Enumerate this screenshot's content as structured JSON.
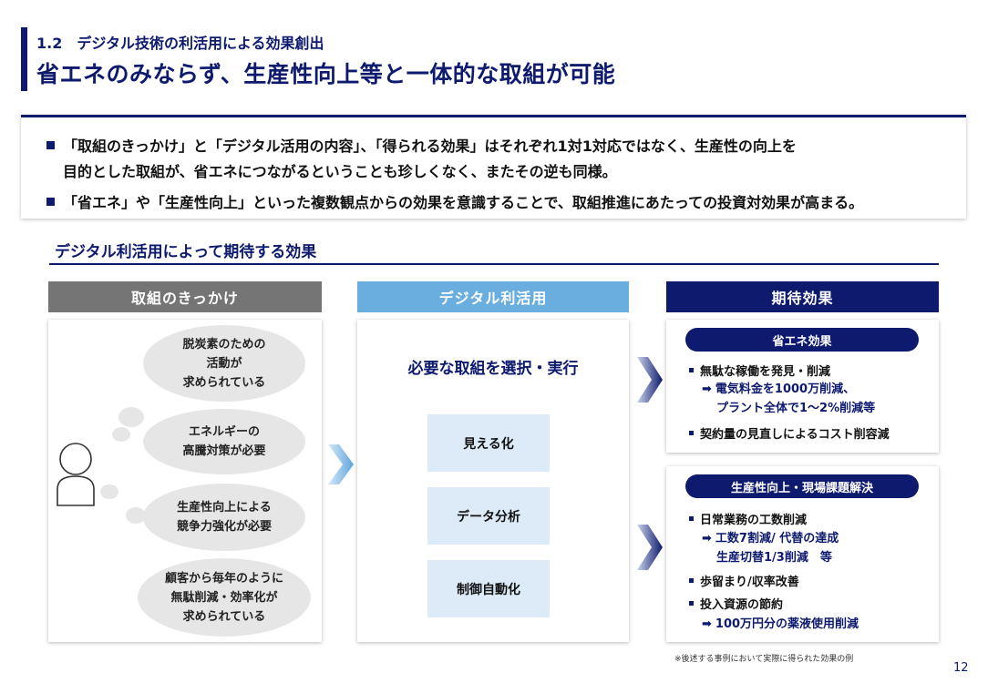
{
  "header": {
    "section": "1.2　デジタル技術の利活用による効果創出",
    "title": "省エネのみならず、生産性向上等と一体的な取組が可能"
  },
  "summary": {
    "line1": "「取組のきっかけ」と「デジタル活用の内容」、「得られる効果」はそれぞれ1対1対応ではなく、生産性の向上を",
    "line1b": "目的とした取組が、省エネにつながるということも珍しくなく、またその逆も同様。",
    "line2": "「省エネ」や「生産性向上」といった複数観点からの効果を意識することで、取組推進にあたっての投資対効果が高まる。"
  },
  "diagram_title": "デジタル利活用によって期待する効果",
  "columns": {
    "trigger": {
      "label": "取組のきっかけ",
      "color": "#757575"
    },
    "digital": {
      "label": "デジタル利活用",
      "color": "#6aaedf"
    },
    "effect": {
      "label": "期待効果",
      "color": "#0d1a6e"
    }
  },
  "triggers": [
    {
      "l1": "脱炭素のための",
      "l2": "活動が",
      "l3": "求められている"
    },
    {
      "l1": "エネルギーの",
      "l2": "高騰対策が必要"
    },
    {
      "l1": "生産性向上による",
      "l2": "競争力強化が必要"
    },
    {
      "l1": "顧客から毎年のように",
      "l2": "無駄削減・効率化が",
      "l3": "求められている"
    }
  ],
  "digital": {
    "lead": "必要な取組を選択・実行",
    "items": [
      "見える化",
      "データ分析",
      "制御自動化"
    ]
  },
  "effects": {
    "energy": {
      "label": "省エネ効果",
      "b1": "無駄な稼働を発見・削減",
      "r1a": "電気料金を1000万削減、",
      "r1b": "プラント全体で1～2%削減等",
      "b2": "契約量の見直しによるコスト削容減"
    },
    "productivity": {
      "label": "生産性向上・現場課題解決",
      "b1": "日常業務の工数削減",
      "r1a": "工数7割減/ 代替の達成",
      "r1b": "生産切替1/3削減　等",
      "b2": "歩留まり/収率改善",
      "b3": "投入資源の節約",
      "r3": "100万円分の薬液使用削減"
    }
  },
  "footnote": "※後述する事例において実際に得られた効果の例",
  "page_number": "12"
}
